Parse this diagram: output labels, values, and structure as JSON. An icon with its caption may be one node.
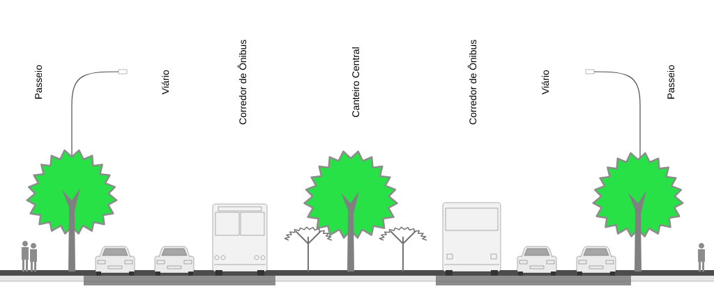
{
  "diagram": {
    "labels": [
      "Passeio",
      "Viário",
      "Corredor de Ônibus",
      "Canteiro Central",
      "Corredor de Ônibus",
      "Viário",
      "Passeio"
    ]
  }
}
